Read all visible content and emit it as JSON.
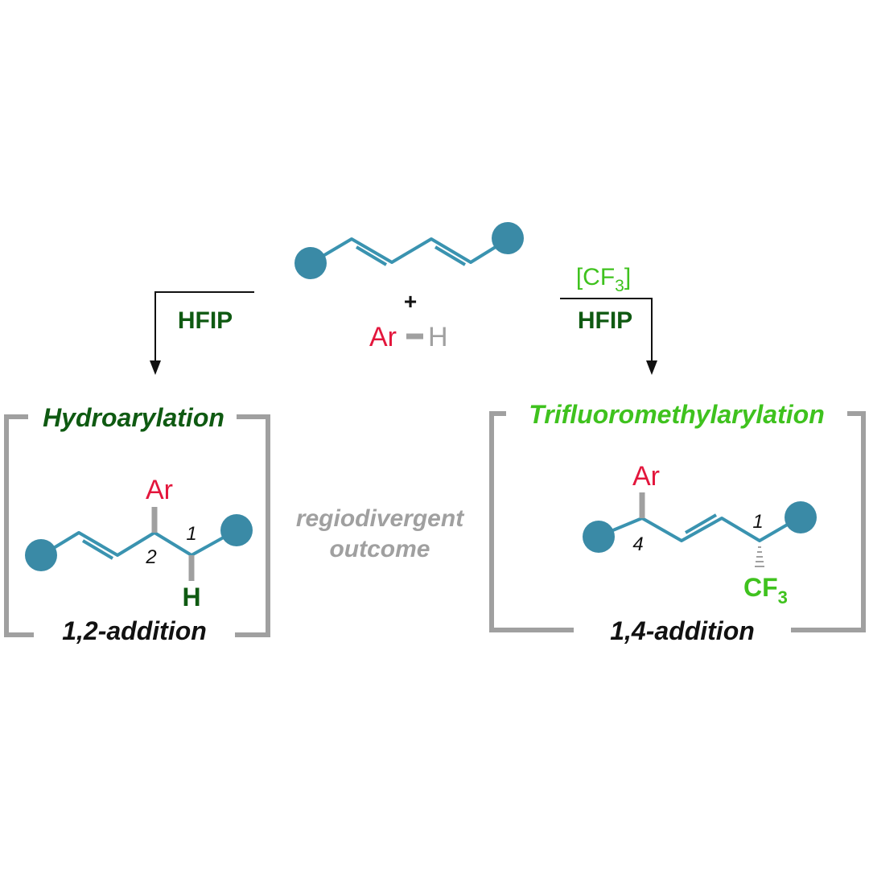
{
  "colors": {
    "bond": "#3a93b0",
    "atom": "#3a8aa6",
    "dark_green": "#0f5a12",
    "bright_green": "#3fc21e",
    "red": "#e3163c",
    "gray": "#a0a0a0",
    "black": "#111111"
  },
  "reactants": {
    "plus": "+",
    "ar": "Ar",
    "h": "H"
  },
  "left_arrow": {
    "reagent": "HFIP"
  },
  "right_arrow": {
    "reagent_top_open": "[CF",
    "reagent_top_sub": "3",
    "reagent_top_close": "]",
    "reagent": "HFIP"
  },
  "left_product": {
    "title": "Hydroarylation",
    "ar": "Ar",
    "h": "H",
    "pos_1": "1",
    "pos_2": "2",
    "caption": "1,2-addition"
  },
  "middle": {
    "line1": "regiodivergent",
    "line2": "outcome"
  },
  "right_product": {
    "title": "Trifluoromethylarylation",
    "ar": "Ar",
    "cf": "CF",
    "cf_sub": "3",
    "pos_1": "1",
    "pos_4": "4",
    "caption": "1,4-addition"
  }
}
